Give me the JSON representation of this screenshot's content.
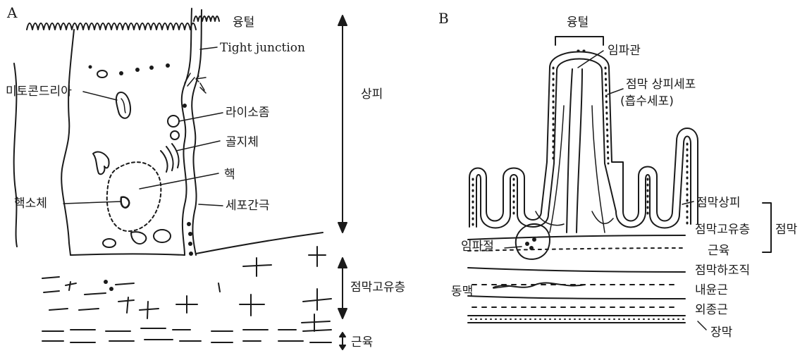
{
  "panel_a": {
    "letter": "A",
    "labels": {
      "villi": "융털",
      "tight_junction": "Tight junction",
      "epithelium": "상피",
      "mitochondria": "미토콘드리아",
      "lysosome": "라이소좀",
      "golgi": "골지체",
      "nucleus": "핵",
      "nucleolus": "핵소체",
      "intercellular_space": "세포간극",
      "lamina_propria": "점막고유층",
      "muscle": "근육"
    }
  },
  "panel_b": {
    "letter": "B",
    "labels": {
      "villus": "융털",
      "lacteal": "임파관",
      "epithelial_cell_line1": "점막 상피세포",
      "epithelial_cell_line2": "(흡수세포)",
      "mucosal_epithelium": "점막상피",
      "lamina_propria": "점막고유층",
      "muscularis_mucosae": "근육",
      "mucosa": "점막",
      "lymph_node": "임파절",
      "submucosa": "점막하조직",
      "inner_circular_muscle": "내윤근",
      "artery": "동맥",
      "outer_longitudinal_muscle": "외종근",
      "serosa": "장막"
    }
  }
}
